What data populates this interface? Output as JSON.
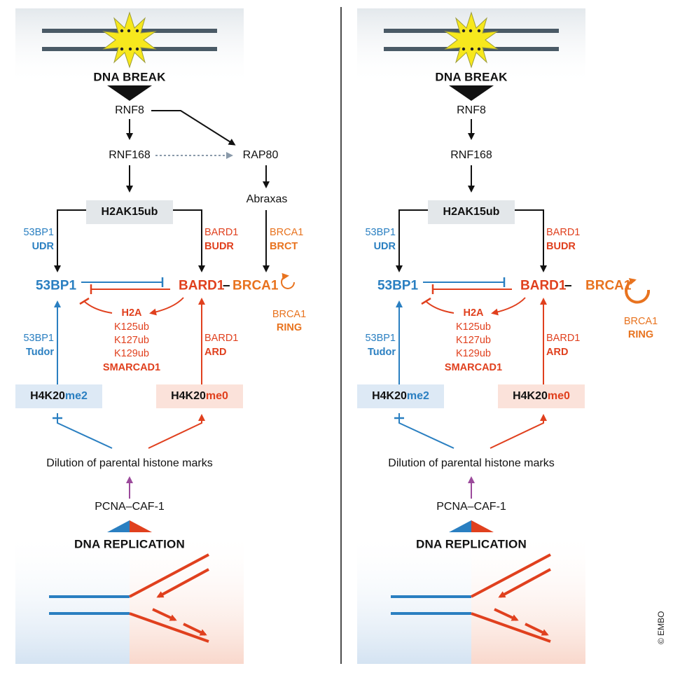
{
  "panels": [
    {
      "id": "left",
      "dna_break": "DNA BREAK",
      "rnf8": "RNF8",
      "rnf168": "RNF168",
      "rap80": "RAP80",
      "abraxas": "Abraxas",
      "h2ak15ub": "H2AK15ub",
      "label_53bp1_udr": [
        "53BP1",
        "UDR"
      ],
      "label_bard1_budr": [
        "BARD1",
        "BUDR"
      ],
      "label_brca1_brct": [
        "BRCA1",
        "BRCT"
      ],
      "node_53bp1": "53BP1",
      "node_bard1": "BARD1",
      "dash": "–",
      "node_brca1": "BRCA1",
      "label_brca1_ring": [
        "BRCA1",
        "RING"
      ],
      "h2a_list": [
        "H2A",
        "K125ub",
        "K127ub",
        "K129ub",
        "SMARCAD1"
      ],
      "label_53bp1_tudor": [
        "53BP1",
        "Tudor"
      ],
      "label_bard1_ard": [
        "BARD1",
        "ARD"
      ],
      "h4k20me2": {
        "base": "H4K20",
        "suffix": "me2"
      },
      "h4k20me0": {
        "base": "H4K20",
        "suffix": "me0"
      },
      "dilution": "Dilution of parental histone marks",
      "pcna": "PCNA–CAF-1",
      "dna_replication": "DNA REPLICATION"
    },
    {
      "id": "right",
      "dna_break": "DNA BREAK",
      "rnf8": "RNF8",
      "rnf168": "RNF168",
      "h2ak15ub": "H2AK15ub",
      "label_53bp1_udr": [
        "53BP1",
        "UDR"
      ],
      "label_bard1_budr": [
        "BARD1",
        "BUDR"
      ],
      "node_53bp1": "53BP1",
      "node_bard1": "BARD1",
      "dash": "–",
      "node_brca1": "BRCA1",
      "label_brca1_ring": [
        "BRCA1",
        "RING"
      ],
      "h2a_list": [
        "H2A",
        "K125ub",
        "K127ub",
        "K129ub",
        "SMARCAD1"
      ],
      "label_53bp1_tudor": [
        "53BP1",
        "Tudor"
      ],
      "label_bard1_ard": [
        "BARD1",
        "ARD"
      ],
      "h4k20me2": {
        "base": "H4K20",
        "suffix": "me2"
      },
      "h4k20me0": {
        "base": "H4K20",
        "suffix": "me0"
      },
      "dilution": "Dilution of parental histone marks",
      "pcna": "PCNA–CAF-1",
      "dna_replication": "DNA REPLICATION"
    }
  ],
  "copyright": "© EMBO",
  "colors": {
    "blue": "#2a7fc1",
    "red": "#e0401e",
    "orange": "#e8731f",
    "purple": "#9b4a9b",
    "grey_dotted": "#8a9aaa",
    "black": "#111111",
    "dna_strand": "#4a5a66",
    "burst": "#f7e81d",
    "box_grey": "#e3e7ea",
    "box_blue": "#dde9f5",
    "box_red": "#fbe2da"
  }
}
